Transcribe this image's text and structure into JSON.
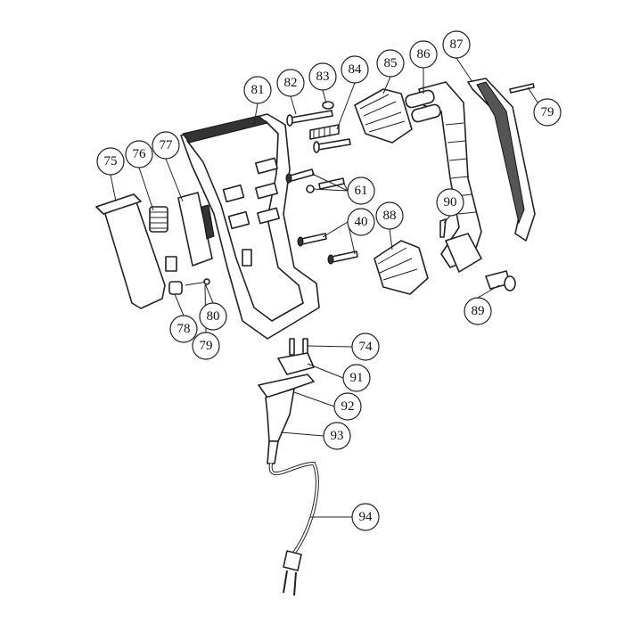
{
  "diagram": {
    "type": "exploded-parts-view",
    "callouts": [
      "81",
      "82",
      "83",
      "84",
      "85",
      "86",
      "87",
      "79",
      "75",
      "76",
      "77",
      "61",
      "90",
      "40",
      "88",
      "89",
      "80",
      "78",
      "79",
      "74",
      "91",
      "92",
      "93",
      "94"
    ]
  }
}
